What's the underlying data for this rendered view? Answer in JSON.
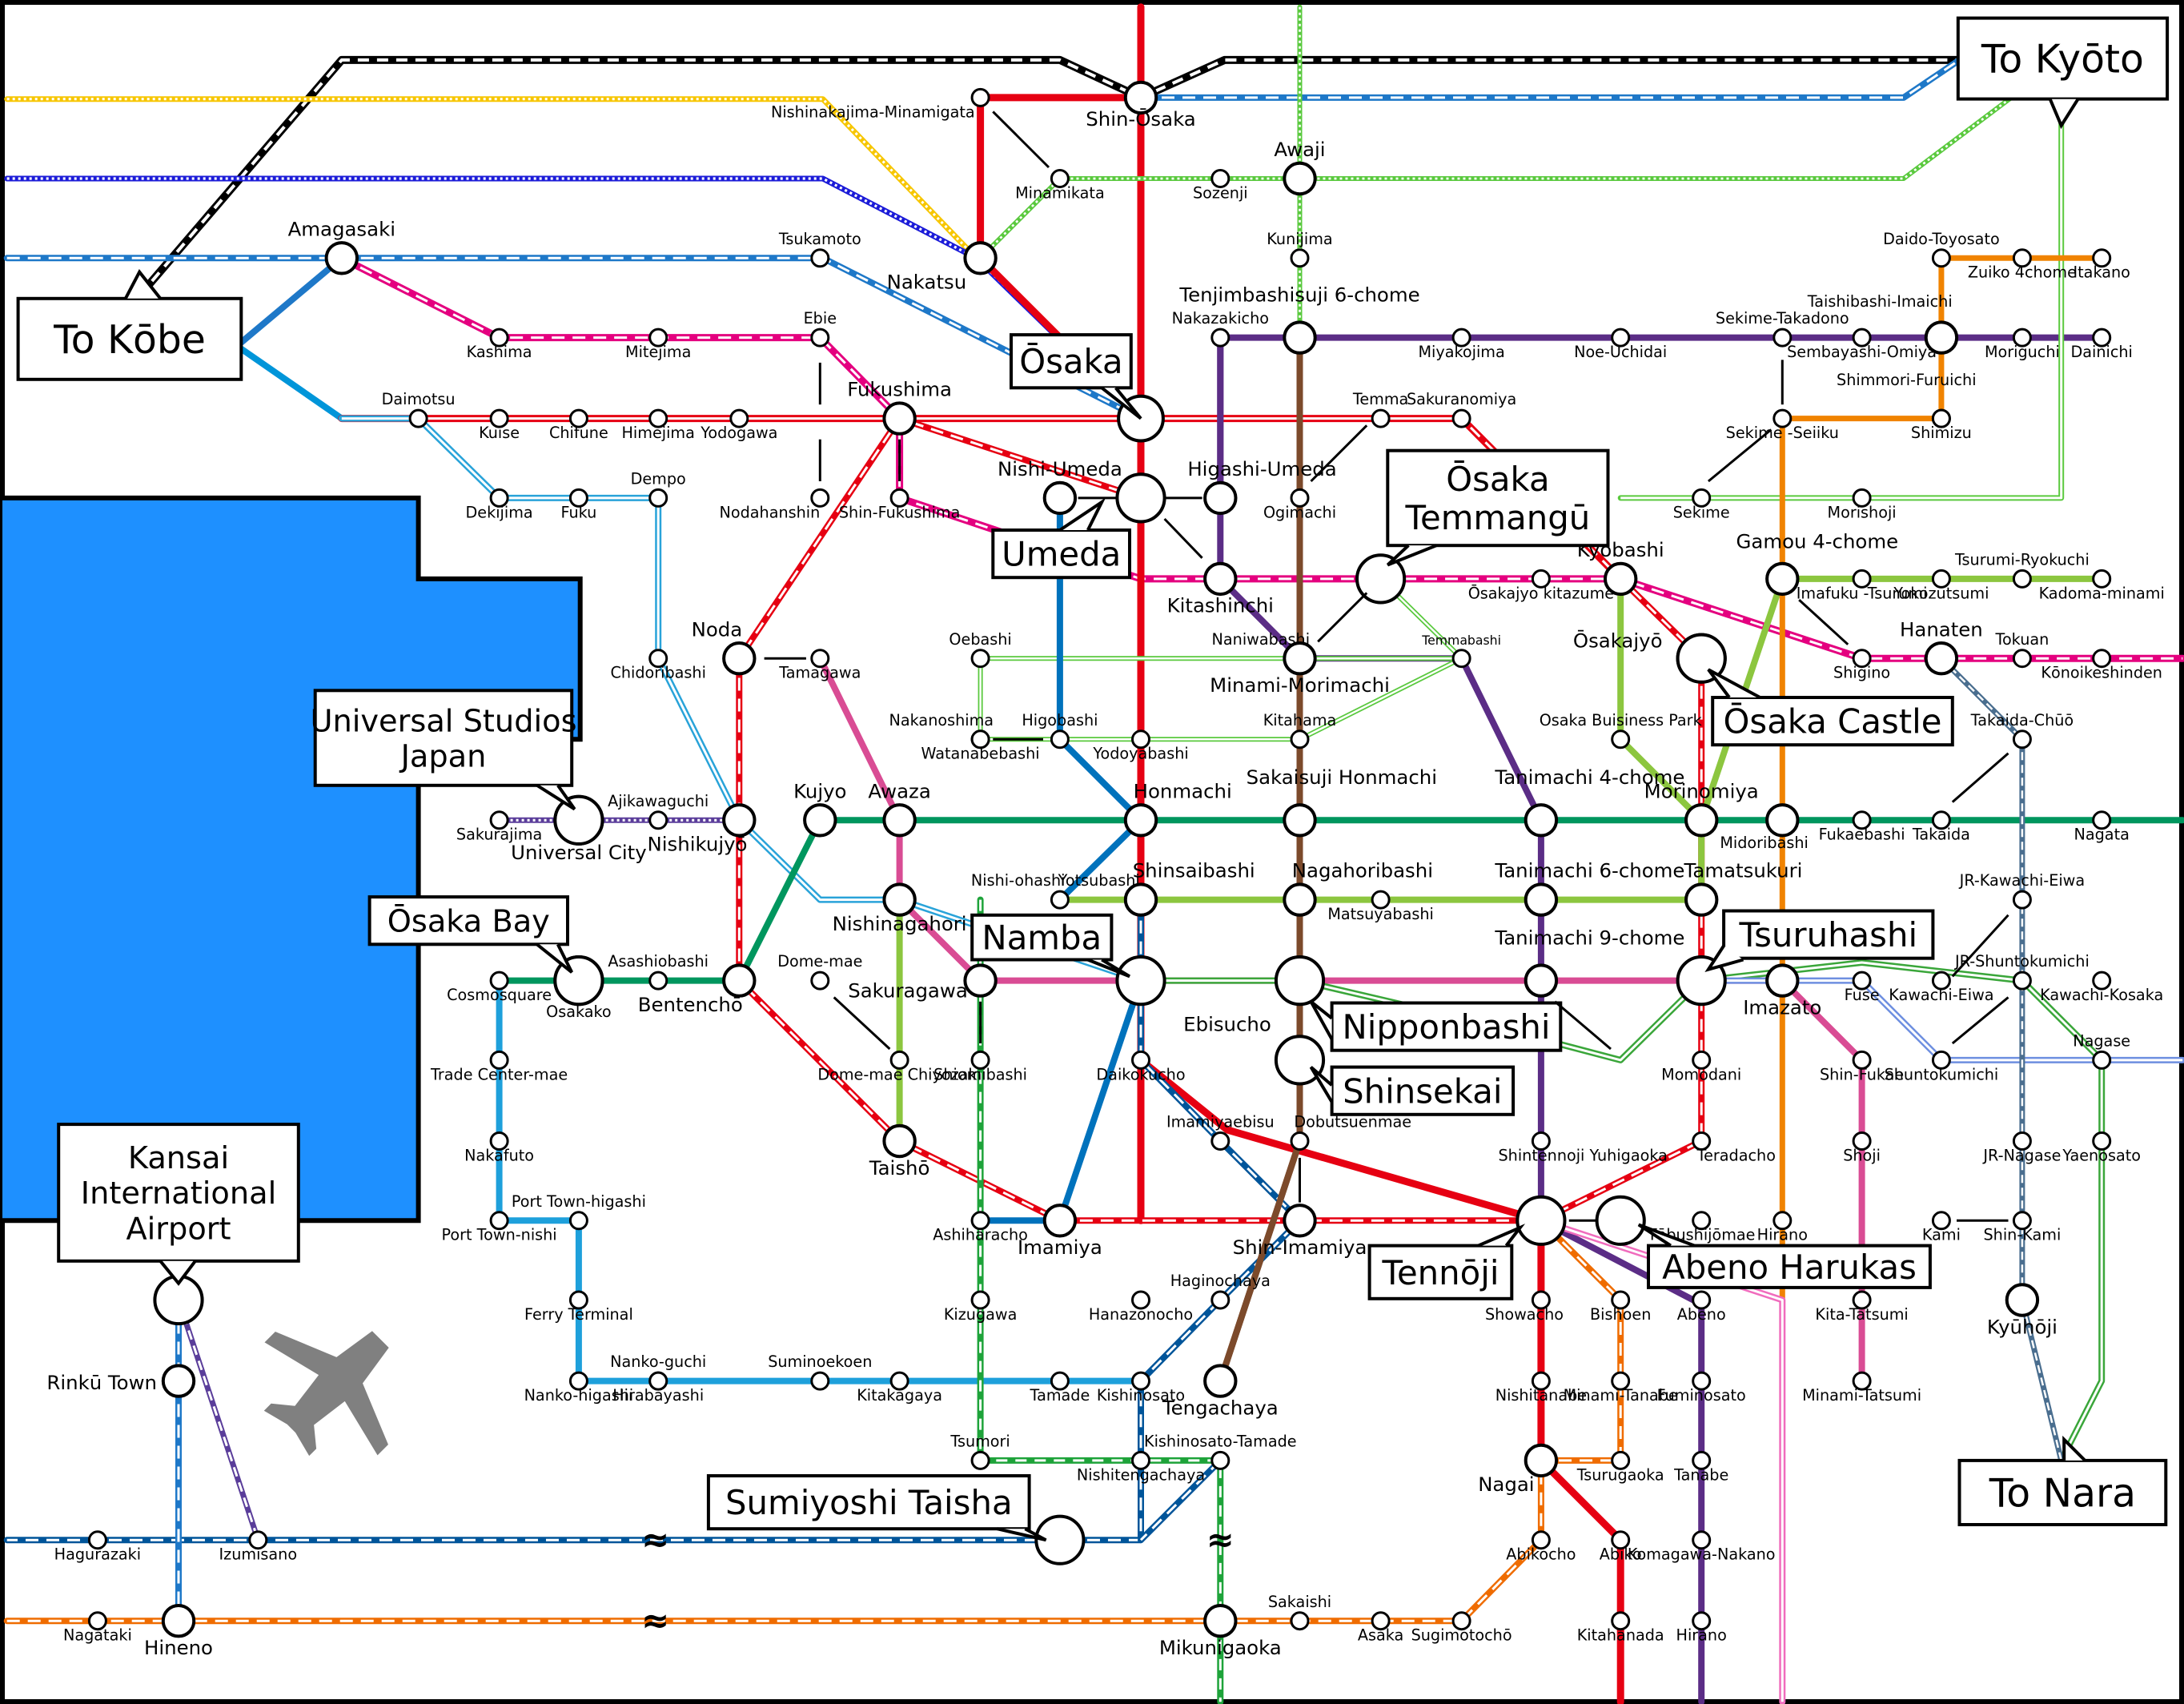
{
  "colors": {
    "jr_loop": "#e60012",
    "midosuji": "#e60012",
    "tanimachi": "#5b2d86",
    "yotsubashi": "#0072bc",
    "chuo": "#00965e",
    "sennichimae": "#e4007f",
    "sakaisuji": "#7c4a2b",
    "nagahori": "#8cc63f",
    "imazatosuji": "#f08300",
    "hanshin": "#0095d9",
    "hankyu": "#6c3d1c",
    "keihan": "#5ac93e",
    "nankai": "#00559a",
    "kintetsu": "#e60012",
    "tozai": "#f28fbe",
    "sea": "#1e90ff",
    "airplane": "#808080"
  },
  "callouts": [
    {
      "id": "kyoto",
      "text": "To Kyōto"
    },
    {
      "id": "kobe",
      "text": "To Kōbe"
    },
    {
      "id": "osaka",
      "text": "Ōsaka"
    },
    {
      "id": "umeda",
      "text": "Umeda"
    },
    {
      "id": "temmangu",
      "text": "Ōsaka Temmangū"
    },
    {
      "id": "castle",
      "text": "Ōsaka Castle"
    },
    {
      "id": "usj",
      "text": "Universal Studios Japan"
    },
    {
      "id": "bay",
      "text": "Ōsaka Bay"
    },
    {
      "id": "namba",
      "text": "Namba"
    },
    {
      "id": "tsuruhashi",
      "text": "Tsuruhashi"
    },
    {
      "id": "nipponbashi",
      "text": "Nipponbashi"
    },
    {
      "id": "shinsekai",
      "text": "Shinsekai"
    },
    {
      "id": "tennoji",
      "text": "Tennōji"
    },
    {
      "id": "abeno",
      "text": "Abeno Harukas"
    },
    {
      "id": "kansai",
      "text": "Kansai International Airport"
    },
    {
      "id": "sumiyoshi",
      "text": "Sumiyoshi Taisha"
    },
    {
      "id": "nara",
      "text": "To Nara"
    }
  ],
  "stations": [
    "Shin-Ōsaka",
    "Nishinakajima-Minamigata",
    "Minamikata",
    "Sozenji",
    "Awaji",
    "Kunijima",
    "Nakatsu",
    "Tsukamoto",
    "Amagasaki",
    "Kashima",
    "Mitejima",
    "Ebie",
    "Daimotsu",
    "Kuise",
    "Chifune",
    "Himejima",
    "Yodogawa",
    "Noda",
    "Fukushima",
    "Shin-Fukushima",
    "Nodahanshin",
    "Dekijima",
    "Fuku",
    "Dempo",
    "Nishi-Umeda",
    "Higashi-Umeda",
    "Kitashinchi",
    "Nakazakicho",
    "Tenjimbashisuji 6-chome",
    "Miyakojima",
    "Noe-Uchidai",
    "Sekime-Takadono",
    "Sembayashi-Omiya",
    "Taishibashi-Imaichi",
    "Moriguchi",
    "Dainichi",
    "Daido-Toyosato",
    "Zuiko 4chome",
    "Itakano",
    "Temma",
    "Sakuranomiya",
    "Ogimachi",
    "Shimmori-Furuichi",
    "Sekime -Seiiku",
    "Shimizu",
    "Sekime",
    "Morishoji",
    "Kyōbashi",
    "Gamou 4-chome",
    "Imafuku -Tsurumi",
    "Yokozutsumi",
    "Tsurumi-Ryokuchi",
    "Kadoma-minami",
    "Ōsakajyo kitazume",
    "Ōsakajyō",
    "Shigino",
    "Hanaten",
    "Tokuan",
    "Kōnoikeshinden",
    "Oebashi",
    "Naniwabashi",
    "Temmabashi",
    "Minami-Morimachi",
    "Chidoribashi",
    "Tamagawa",
    "Nakanoshima",
    "Watanabebashi",
    "Higobashi",
    "Yodoyabashi",
    "Kitahama",
    "Osaka Buisiness Park",
    "Takaida-Chūō",
    "Sakurajima",
    "Ajikawaguchi",
    "Universal City",
    "Nishikujyō",
    "Kujyo",
    "Awaza",
    "Honmachi",
    "Sakaisuji Honmachi",
    "Tanimachi 4-chome",
    "Morinomiya",
    "Midoribashi",
    "Fukaebashi",
    "Takaida",
    "Nagata",
    "Nishi-ohashi",
    "Yotsubashi",
    "Shinsaibashi",
    "Nagahoribashi",
    "Matsuyabashi",
    "Tanimachi 6-chome",
    "Tamatsukuri",
    "JR-Kawachi-Eiwa",
    "Nishinagahori",
    "Tanimachi 9-chome",
    "Cosmosquare",
    "Osakako",
    "Asashiobashi",
    "Bentenchō",
    "Dome-mae",
    "Sakuragawa",
    "Ebisucho",
    "Imazato",
    "Fuse",
    "Kawachi-Eiwa",
    "JR-Shuntokumichi",
    "Kawachi-Kosaka",
    "Nagase",
    "Trade Center-mae",
    "Dome-mae Chiyozaki",
    "Shiomibashi",
    "Daikokucho",
    "Momodani",
    "Shin-Fukae",
    "Shuntokumichi",
    "Nakafuto",
    "Taishō",
    "Imamiyaebisu",
    "Dobutsuenmae",
    "Shintennoji Yuhigaoka",
    "Teradacho",
    "Shoji",
    "JR-Nagase",
    "Yaenosato",
    "Port Town-higashi",
    "Port Town-nishi",
    "Ashiharacho",
    "Imamiya",
    "Shin-Imamiya",
    "Tōbushijōmae",
    "Hirano",
    "Kami",
    "Shin-Kami",
    "Haginochaya",
    "Ferry Terminal",
    "Kizugawa",
    "Hanazonocho",
    "Showacho",
    "Bishoen",
    "Abeno",
    "Kita-Tatsumi",
    "Kyūhōji",
    "Rinkū Town",
    "Nanko-guchi",
    "Suminoekoen",
    "Nanko-higashi",
    "Hirabayashi",
    "Kitakagaya",
    "Tamade",
    "Kishinosato",
    "Tengachaya",
    "Nishitanabe",
    "Minami-Tanabe",
    "Fuminosato",
    "Minami-Tatsumi",
    "Tsumori",
    "Kishinosato-Tamade",
    "Nishitengachaya",
    "Tanabe",
    "Nagai",
    "Tsurugaoka",
    "Hagurazaki",
    "Izumisano",
    "Abikocho",
    "Abiko",
    "Komagawa-Nakano",
    "Sakaishi",
    "Nagataki",
    "Hineno",
    "Mikunigaoka",
    "Asaka",
    "Sugimotochō",
    "Kitahanada",
    "Hirano "
  ],
  "misc": {
    "approx": "≈"
  }
}
